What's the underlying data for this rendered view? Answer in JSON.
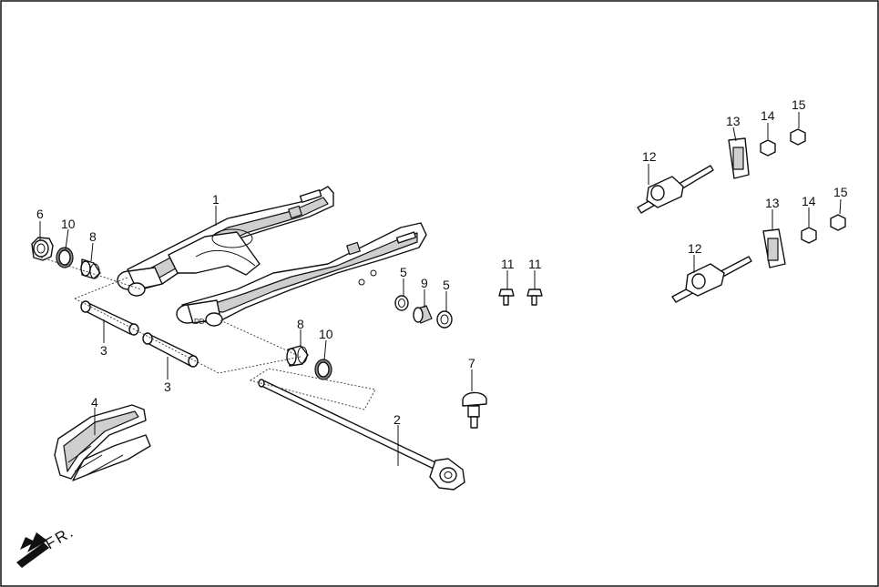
{
  "diagram": {
    "direction_label": "FR.",
    "callouts": {
      "c1": "1",
      "c2": "2",
      "c3a": "3",
      "c3b": "3",
      "c4": "4",
      "c5a": "5",
      "c5b": "5",
      "c6": "6",
      "c7": "7",
      "c8a": "8",
      "c8b": "8",
      "c9": "9",
      "c10a": "10",
      "c10b": "10",
      "c11a": "11",
      "c11b": "11",
      "c12a": "12",
      "c12b": "12",
      "c13a": "13",
      "c13b": "13",
      "c14a": "14",
      "c14b": "14",
      "c15a": "15",
      "c15b": "15"
    }
  }
}
